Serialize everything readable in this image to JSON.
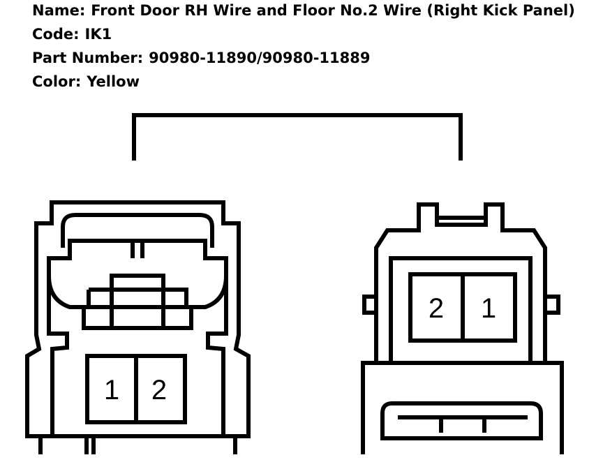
{
  "info": {
    "name_label": "Name:",
    "name_value": "Front Door RH Wire and Floor No.2 Wire (Right Kick Panel)",
    "code_label": "Code:",
    "code_value": "IK1",
    "part_label": "Part Number:",
    "part_value": "90980-11890/90980-11889",
    "color_label": "Color:",
    "color_value": "Yellow"
  },
  "left_connector": {
    "pins": [
      "1",
      "2"
    ]
  },
  "right_connector": {
    "pins": [
      "2",
      "1"
    ]
  }
}
